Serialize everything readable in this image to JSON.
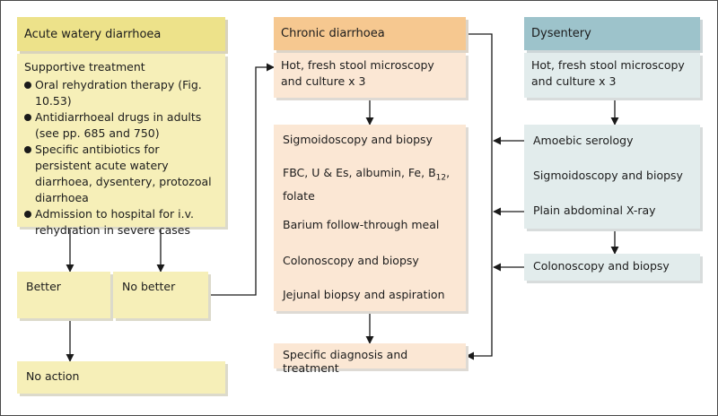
{
  "acute": {
    "title": "Acute watery diarrhoea",
    "intro": "Supportive treatment",
    "bullets": [
      "Oral rehydration therapy (Fig. 10.53)",
      "Antidiarrhoeal drugs in adults (see pp. 685 and 750)",
      "Specific antibiotics for persistent acute watery diarrhoea, dysentery, protozoal diarrhoea",
      "Admission to hospital for i.v. rehydration in severe cases"
    ],
    "better": "Better",
    "no_better": "No better",
    "no_action": "No action"
  },
  "chronic": {
    "title": "Chronic diarrhoea",
    "microscopy": "Hot, fresh stool microscopy and culture x 3",
    "investigations": {
      "sigmoidoscopy": "Sigmoidoscopy and biopsy",
      "bloods_prefix": "FBC, U & Es, albumin, Fe, B",
      "bloods_sub": "12",
      "bloods_suffix": ",",
      "bloods_line2": "folate",
      "barium": "Barium follow-through meal",
      "colonoscopy": "Colonoscopy and biopsy",
      "jejunal": "Jejunal biopsy and aspiration"
    },
    "outcome": "Specific diagnosis and treatment"
  },
  "dysentery": {
    "title": "Dysentery",
    "microscopy": "Hot, fresh stool microscopy and culture x 3",
    "tests": [
      "Amoebic serology",
      "Sigmoidoscopy and biopsy",
      "Plain abdominal X-ray"
    ],
    "colonoscopy": "Colonoscopy and biopsy"
  }
}
